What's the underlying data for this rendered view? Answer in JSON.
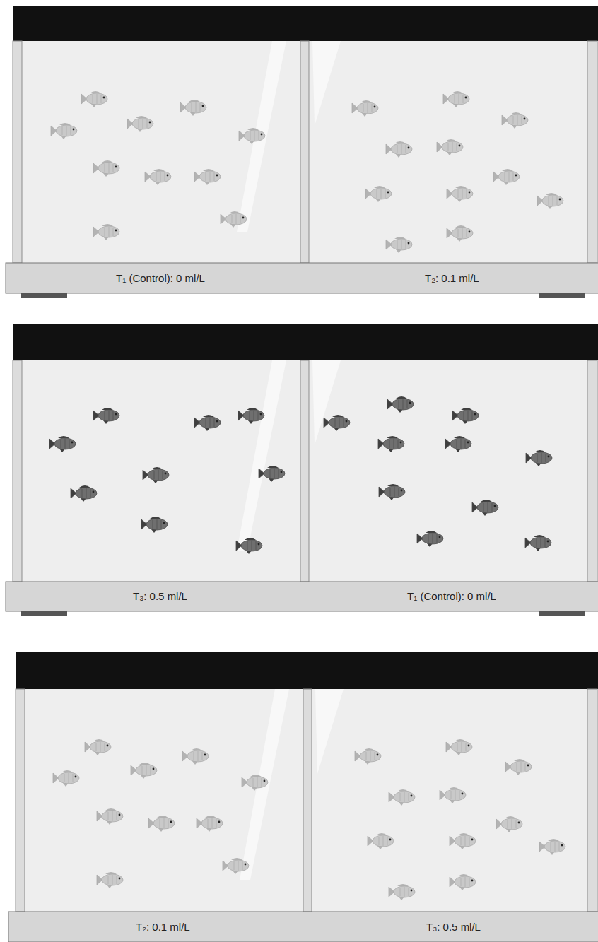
{
  "diagram": {
    "labels": [
      "T₁ (Control): 0 ml/L",
      "T₂: 0.1 ml/L",
      "T₃: 0.5 ml/L",
      "T₁ (Control): 0 ml/L",
      "T₂: 0.1 ml/L",
      "T₃: 0.5 ml/L"
    ]
  }
}
